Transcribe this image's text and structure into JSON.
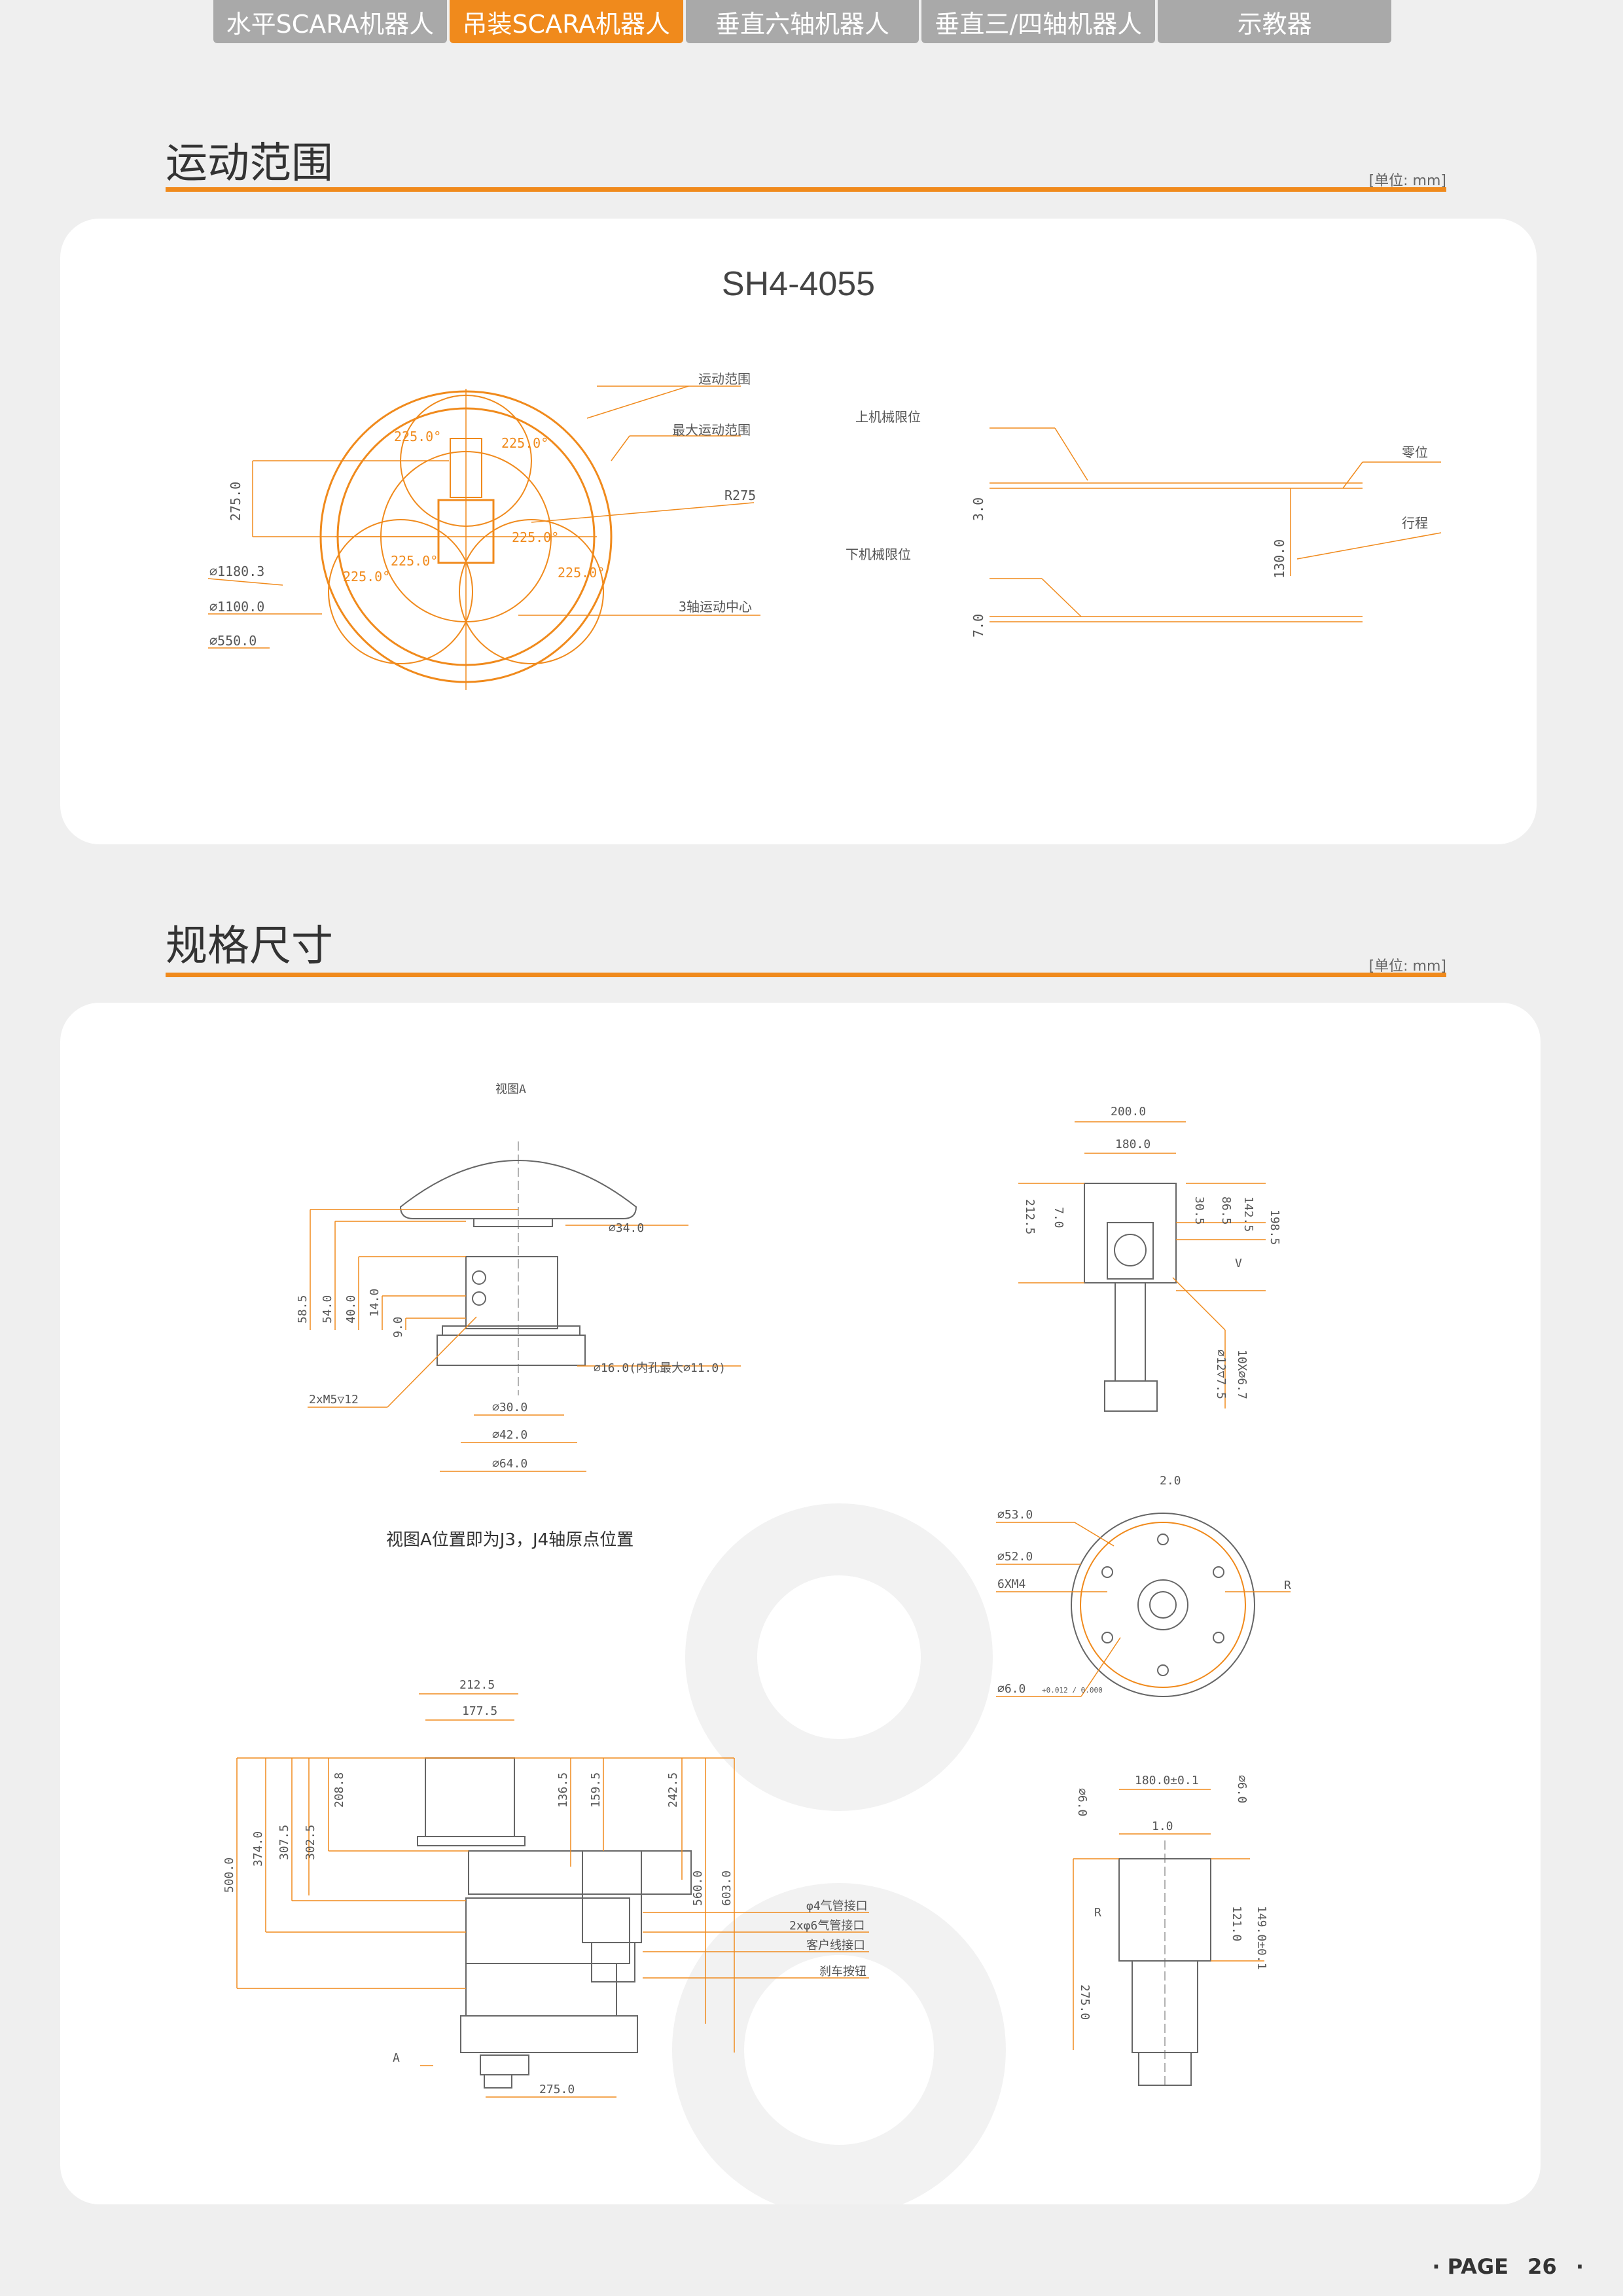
{
  "nav": {
    "tabs": [
      {
        "label": "水平SCARA机器人",
        "active": false
      },
      {
        "label": "吊装SCARA机器人",
        "active": true
      },
      {
        "label": "垂直六轴机器人",
        "active": false
      },
      {
        "label": "垂直三/四轴机器人",
        "active": false
      },
      {
        "label": "示教器",
        "active": false
      }
    ]
  },
  "colors": {
    "accent": "#f08a1c",
    "tab_inactive": "#a9a9a9"
  },
  "range_section": {
    "title": "运动范围",
    "unit": "[单位: mm]",
    "model": "SH4-4055",
    "labels": {
      "motion_range": "运动范围",
      "max_motion_range": "最大运动范围",
      "r275": "R275",
      "axis3_center": "3轴运动中心",
      "a1": "225.0°",
      "a2": "225.0°",
      "a3": "225.0°",
      "a4": "225.0°",
      "a5": "225.0°",
      "a6": "225.0°",
      "d1": "∅1180.3",
      "d2": "∅1100.0",
      "d3": "∅550.0",
      "h275": "275.0",
      "upper_limit": "上机械限位",
      "lower_limit": "下机械限位",
      "zero": "零位",
      "stroke": "行程",
      "v3": "3.0",
      "v130": "130.0",
      "v7": "7.0"
    }
  },
  "spec_section": {
    "title": "规格尺寸",
    "unit": "[单位: mm]",
    "caption": "视图A位置即为J3，J4轴原点位置",
    "view_a": {
      "title": "视图A",
      "d34": "∅34.0",
      "d16": "∅16.0(内孔最大∅11.0)",
      "m5": "2xM5▽12",
      "d30": "∅30.0",
      "d42": "∅42.0",
      "d64": "∅64.0",
      "h58": "58.5",
      "h54": "54.0",
      "h40": "40.0",
      "h14": "14.0",
      "h9": "9.0"
    },
    "top_view": {
      "w200": "200.0",
      "w180": "180.0",
      "h212": "212.5",
      "h7": "7.0",
      "h30": "30.5",
      "h86": "86.5",
      "h142": "142.5",
      "h198": "198.5",
      "holes": "10X∅6.7",
      "cbore": "∅12▽7.5",
      "v": "V"
    },
    "flange": {
      "d53": "∅53.0",
      "d52": "∅52.0",
      "m4": "6XM4",
      "d6": "∅6.0",
      "tol": "+0.012 / 0.000",
      "chamfer": "2.0",
      "r": "R"
    },
    "side_view": {
      "w212": "212.5",
      "w177": "177.5",
      "h500": "500.0",
      "h374": "374.0",
      "h307": "307.5",
      "h302": "302.5",
      "h208": "208.8",
      "h136": "136.5",
      "h159": "159.5",
      "h242": "242.5",
      "h560": "560.0",
      "h603": "603.0",
      "w275": "275.0",
      "a": "A",
      "air4": "φ4气管接口",
      "air6": "2xφ6气管接口",
      "user": "客户线接口",
      "brake": "刹车按钮"
    },
    "back_view": {
      "w180": "180.0±0.1",
      "w1": "1.0",
      "d6a": "∅6.0",
      "d6b": "∅6.0",
      "h121": "121.0",
      "h149": "149.0±0.1",
      "h275": "275.0",
      "r": "R"
    }
  },
  "footer": {
    "page_label": "· PAGE",
    "page_number": "26",
    "dot": "·"
  }
}
